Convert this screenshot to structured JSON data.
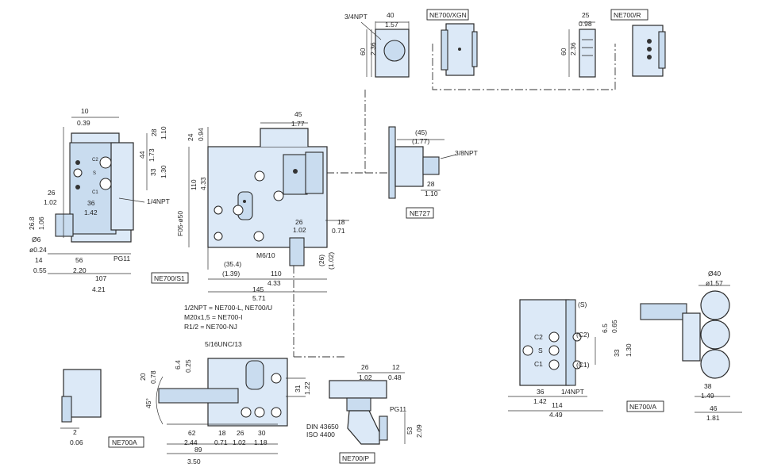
{
  "labels": {
    "ne700_xgn": "NE700/XGN",
    "ne700_r": "NE700/R",
    "ne700_s1": "NE700/S1",
    "ne727": "NE727",
    "ne700a_left": "NE700A",
    "ne700p": "NE700/P",
    "ne700_a": "NE700/A"
  },
  "callouts": {
    "npt34": "3/4NPT",
    "npt38": "3/8NPT",
    "npt14_left": "1/4NPT",
    "npt14_right": "1/4NPT",
    "m610": "M6/10",
    "f05": "F05-ø50",
    "pg11_left": "PG11",
    "pg11_right": "PG11",
    "unc": "5/16UNC/13",
    "din": "DIN 43650",
    "iso": "ISO 4400",
    "note1": "1/2NPT = NE700-L, NE700/U",
    "note2": "M20x1,5 = NE700-I",
    "note3": "R1/2 = NE700-NJ",
    "c2": "C2",
    "s": "S",
    "c1": "C1",
    "c2b": "(C2)",
    "sb": "(S)",
    "c1b": "(C1)",
    "c2_small": "C2",
    "s_small": "S",
    "c1_small": "C1"
  },
  "dims": {
    "d40": "40",
    "d157": "1.57",
    "d60a": "60",
    "d236a": "2.36",
    "d25": "25",
    "d098": "0.98",
    "d60b": "60",
    "d236b": "2.36",
    "d10": "10",
    "d039": "0.39",
    "d28": "28",
    "d110a": "1.10",
    "d44": "44",
    "d173": "1.73",
    "d33a": "33",
    "d130a": "1.30",
    "d26": "26",
    "d102a": "1.02",
    "d36": "36",
    "d142a": "1.42",
    "d268": "26.8",
    "d106": "1.06",
    "dphi6": "Ø6",
    "dphi024": "ø0.24",
    "d14": "14",
    "d055": "0.55",
    "d56": "56",
    "d220": "2.20",
    "d107": "107",
    "d421": "4.21",
    "d45": "45",
    "d177": "1.77",
    "d24": "24",
    "d094": "0.94",
    "d110": "110",
    "d433a": "4.33",
    "d354": "(35.4)",
    "d139": "(1.39)",
    "d110b": "110",
    "d433b": "4.33",
    "d145": "145",
    "d571": "5.71",
    "d26b": "26",
    "d102b": "1.02",
    "d18": "18",
    "d071a": "0.71",
    "d26p": "(26)",
    "d102p": "(1.02)",
    "d45p": "(45)",
    "d177p": "(1.77)",
    "d28b": "28",
    "d110c": "1.10",
    "d20": "20",
    "d078": "0.78",
    "d64": "6.4",
    "d025": "0.25",
    "d45deg": "45°",
    "d62": "62",
    "d244": "2.44",
    "d89": "89",
    "d350": "3.50",
    "d18b": "18",
    "d071b": "0.71",
    "d26c": "26",
    "d102c": "1.02",
    "d30": "30",
    "d118": "1.18",
    "d31": "31",
    "d122": "1.22",
    "d2": "2",
    "d006": "0.06",
    "d26d": "26",
    "d102d": "1.02",
    "d12": "12",
    "d048": "0.48",
    "d53": "53",
    "d209": "2.09",
    "dphi40": "Ø40",
    "dphi157": "ø1.57",
    "d65": "6.5",
    "d33b": "33",
    "d130b": "1.30",
    "d065": "0.65",
    "d36b": "36",
    "d142b": "1.42",
    "d114": "114",
    "d449": "4.49",
    "d38": "38",
    "d149": "1.49",
    "d46": "46",
    "d181": "1.81"
  }
}
